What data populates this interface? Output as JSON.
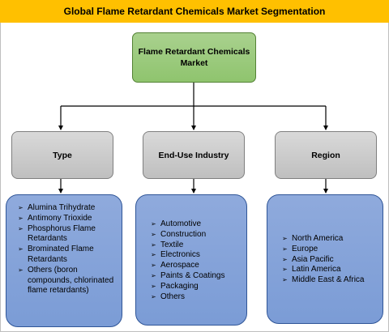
{
  "title": "Global Flame Retardant Chemicals Market Segmentation",
  "root": {
    "label": "Flame Retardant Chemicals Market"
  },
  "categories": [
    {
      "label": "Type"
    },
    {
      "label": "End-Use Industry"
    },
    {
      "label": "Region"
    }
  ],
  "lists": {
    "type": [
      "Alumina  Trihydrate",
      "Antimony Trioxide",
      "Phosphorus Flame Retardants",
      "Brominated Flame Retardants",
      "Others (boron compounds, chlorinated flame retardants)"
    ],
    "end_use": [
      "Automotive",
      "Construction",
      "Textile",
      "Electronics",
      "Aerospace",
      "Paints & Coatings",
      "Packaging",
      "Others"
    ],
    "region": [
      "North America",
      "Europe",
      "Asia Pacific",
      "Latin America",
      "Middle East & Africa"
    ]
  },
  "bullet_glyph": "➢",
  "colors": {
    "title_bar": "#ffc000",
    "root_fill": "#a9d18e",
    "category_fill": "#d9d9d9",
    "list_fill": "#8faadc"
  }
}
